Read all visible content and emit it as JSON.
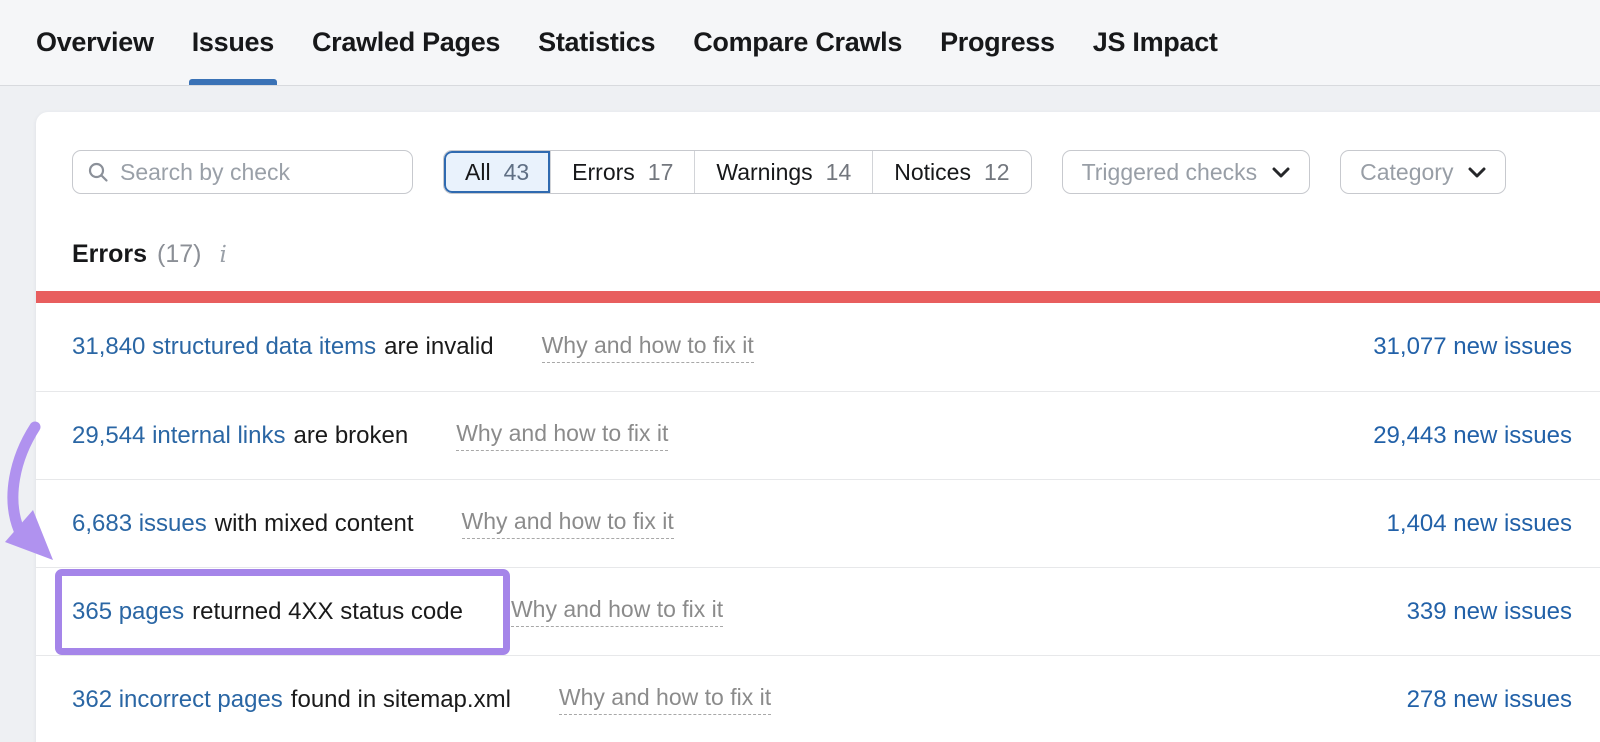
{
  "nav": {
    "tabs": [
      {
        "label": "Overview",
        "active": false
      },
      {
        "label": "Issues",
        "active": true
      },
      {
        "label": "Crawled Pages",
        "active": false
      },
      {
        "label": "Statistics",
        "active": false
      },
      {
        "label": "Compare Crawls",
        "active": false
      },
      {
        "label": "Progress",
        "active": false
      },
      {
        "label": "JS Impact",
        "active": false
      }
    ]
  },
  "filters": {
    "search": {
      "placeholder": "Search by check",
      "icon": "search-icon"
    },
    "segments": [
      {
        "label": "All",
        "count": "43",
        "selected": true
      },
      {
        "label": "Errors",
        "count": "17",
        "selected": false
      },
      {
        "label": "Warnings",
        "count": "14",
        "selected": false
      },
      {
        "label": "Notices",
        "count": "12",
        "selected": false
      }
    ],
    "dropdowns": [
      {
        "label": "Triggered checks",
        "icon": "chevron-down-icon"
      },
      {
        "label": "Category",
        "icon": "chevron-down-icon"
      }
    ]
  },
  "section": {
    "title": "Errors",
    "count": "(17)",
    "icon": "info-icon"
  },
  "rows": [
    {
      "link": "31,840 structured data items",
      "rest": "are invalid",
      "why": "Why and how to fix it",
      "new_issues": "31,077 new issues",
      "highlighted": false
    },
    {
      "link": "29,544 internal links",
      "rest": "are broken",
      "why": "Why and how to fix it",
      "new_issues": "29,443 new issues",
      "highlighted": false
    },
    {
      "link": "6,683 issues",
      "rest": "with mixed content",
      "why": "Why and how to fix it",
      "new_issues": "1,404 new issues",
      "highlighted": false
    },
    {
      "link": "365 pages",
      "rest": "returned 4XX status code",
      "why": "Why and how to fix it",
      "new_issues": "339 new issues",
      "highlighted": true
    },
    {
      "link": "362 incorrect pages",
      "rest": "found in sitemap.xml",
      "why": "Why and how to fix it",
      "new_issues": "278 new issues",
      "highlighted": false
    }
  ],
  "colors": {
    "active_tab_underline": "#3a72b6",
    "error_bar": "#e85e5e",
    "link_blue": "#2a66a4",
    "selected_segment_border": "#2f6ab0",
    "selected_segment_bg": "#e9f2fc",
    "highlight_purple": "#a585e9",
    "arrow_purple": "#b092ef",
    "page_background": "#eef0f3",
    "card_background": "#ffffff"
  }
}
